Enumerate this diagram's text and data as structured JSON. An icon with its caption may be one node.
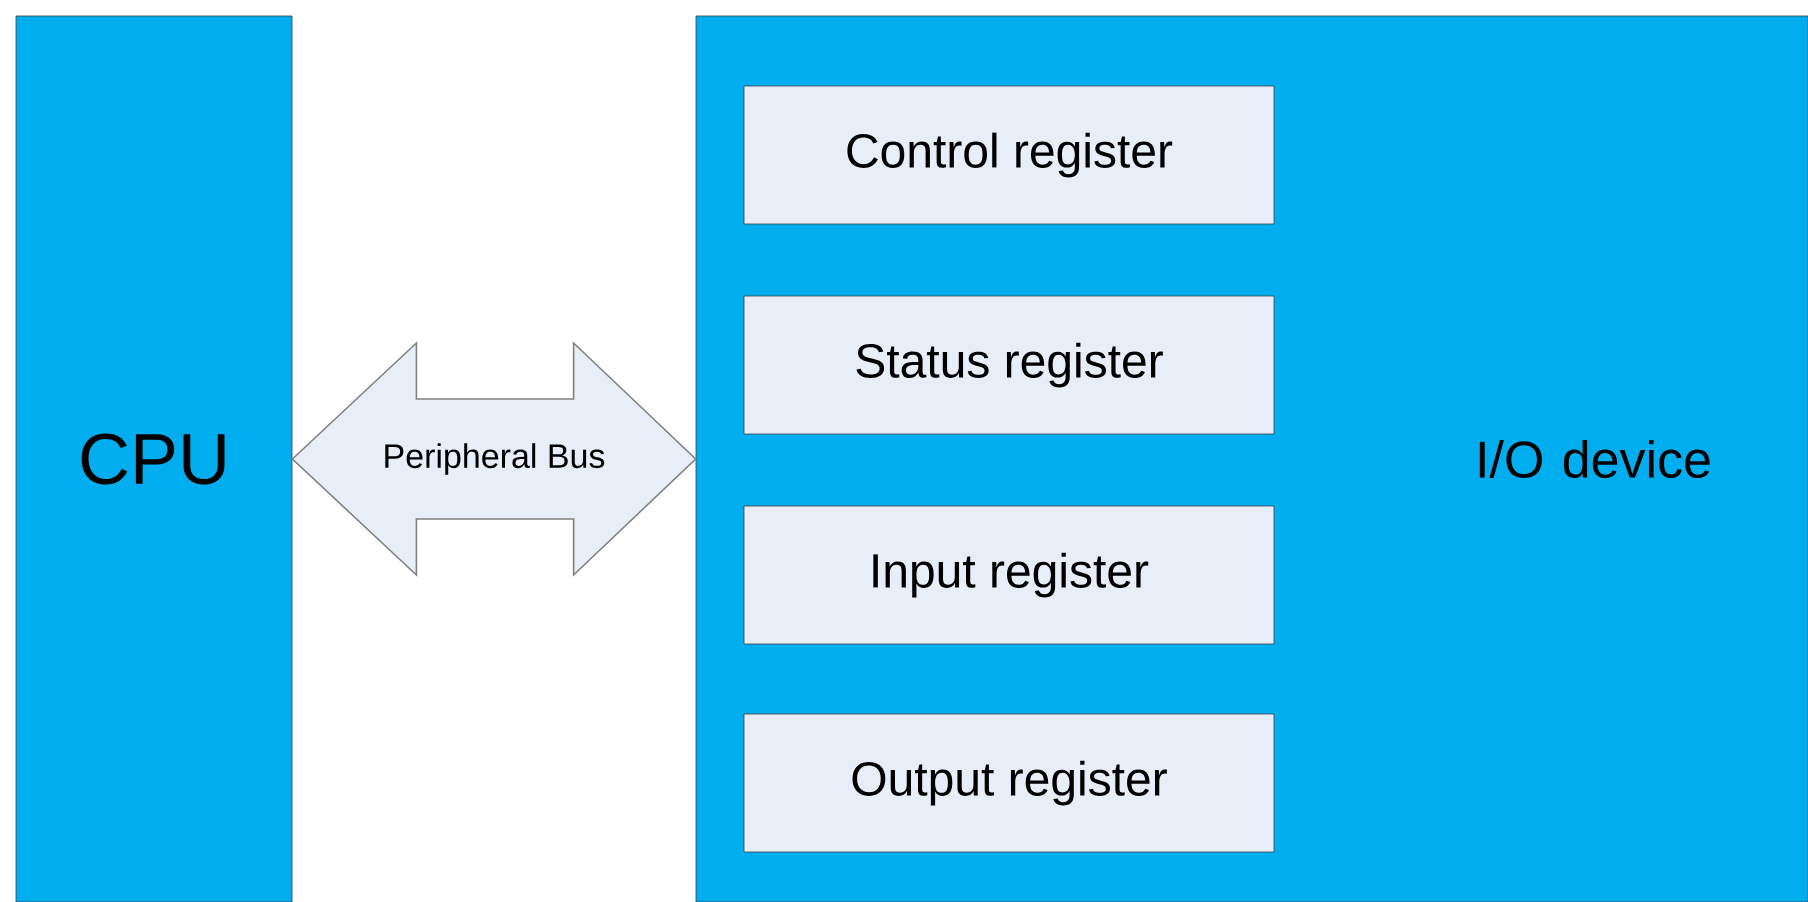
{
  "diagram": {
    "nodes": [
      {
        "text": [
          "CPU"
        ]
      },
      {
        "text": [
          "I/O device"
        ]
      },
      {
        "text": [
          "Control register"
        ],
        "in": 1
      },
      {
        "text": [
          "Status register"
        ],
        "in": 1
      },
      {
        "text": [
          "Input register"
        ],
        "in": 1
      },
      {
        "text": [
          "Output register"
        ],
        "in": 1
      }
    ],
    "edges": [
      {
        "from": 0,
        "to": 1,
        "arrow": "both",
        "label": "Peripheral Bus"
      }
    ]
  }
}
